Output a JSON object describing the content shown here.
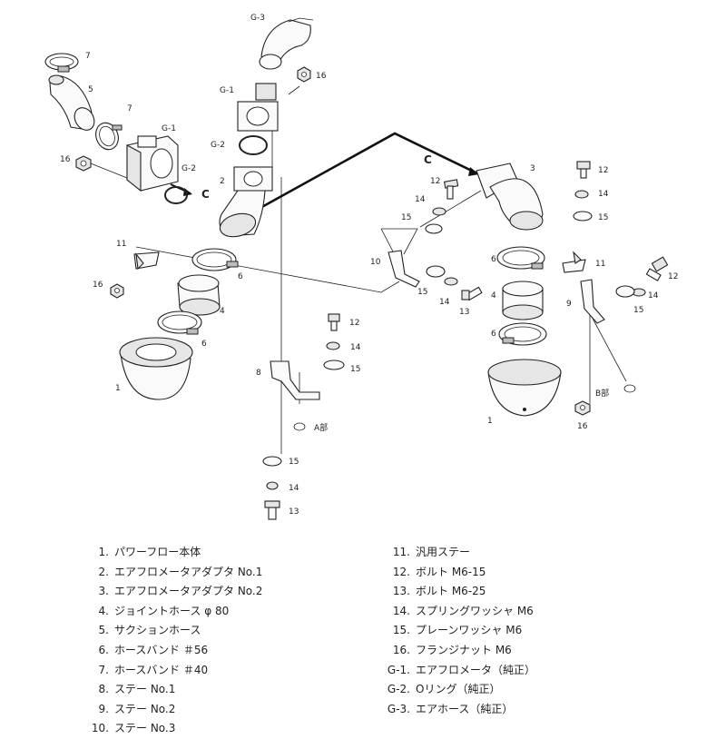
{
  "diagram": {
    "callouts": {
      "n1_left": "1",
      "n1_right": "1",
      "n2": "2",
      "n3": "3",
      "n4_left": "4",
      "n4_right": "4",
      "n5": "5",
      "n6_left_top": "6",
      "n6_left_bottom": "6",
      "n6_right_top": "6",
      "n6_right_bottom": "6",
      "n7_top": "7",
      "n7_mid": "7",
      "n8": "8",
      "n9": "9",
      "n10": "10",
      "n11_left": "11",
      "n11_right": "11",
      "n12_mid": "12",
      "n12_center": "12",
      "n12_right_top": "12",
      "n12_right": "12",
      "n13_mid": "13",
      "n13_bottom": "13",
      "n14_mid": "14",
      "n14_center": "14",
      "n14_center2": "14",
      "n14_right_top": "14",
      "n14_right": "14",
      "n14_bottom": "14",
      "n15_mid": "15",
      "n15_center": "15",
      "n15_center2": "15",
      "n15_right_top": "15",
      "n15_right": "15",
      "n15_bottom": "15",
      "n16_left": "16",
      "n16_leftlow": "16",
      "n16_top": "16",
      "n16_right": "16"
    },
    "gcodes": {
      "g1_left": "G-1",
      "g2_left": "G-2",
      "g1_center": "G-1",
      "g2_center": "G-2",
      "g3": "G-3"
    },
    "markers": {
      "c_left": "C",
      "c_right": "C",
      "a_label": "A部",
      "b_label": "B部"
    }
  },
  "legend": {
    "left": [
      {
        "num": "1.",
        "text": "パワーフロー本体"
      },
      {
        "num": "2.",
        "text": "エアフロメータアダプタ No.1"
      },
      {
        "num": "3.",
        "text": "エアフロメータアダプタ No.2"
      },
      {
        "num": "4.",
        "text": "ジョイントホース φ 80"
      },
      {
        "num": "5.",
        "text": "サクションホース"
      },
      {
        "num": "6.",
        "text": "ホースバンド ＃56"
      },
      {
        "num": "7.",
        "text": "ホースバンド ＃40"
      },
      {
        "num": "8.",
        "text": "ステー No.1"
      },
      {
        "num": "9.",
        "text": "ステー No.2"
      },
      {
        "num": "10.",
        "text": "ステー No.3"
      }
    ],
    "right": [
      {
        "num": "11.",
        "text": "汎用ステー"
      },
      {
        "num": "12.",
        "text": "ボルト M6-15"
      },
      {
        "num": "13.",
        "text": "ボルト M6-25"
      },
      {
        "num": "14.",
        "text": "スプリングワッシャ M6"
      },
      {
        "num": "15.",
        "text": "プレーンワッシャ M6"
      },
      {
        "num": "16.",
        "text": "フランジナット M6"
      },
      {
        "num": "G-1.",
        "text": "エアフロメータ（純正）"
      },
      {
        "num": "G-2.",
        "text": "Oリング（純正）"
      },
      {
        "num": "G-3.",
        "text": "エアホース（純正）"
      }
    ]
  }
}
